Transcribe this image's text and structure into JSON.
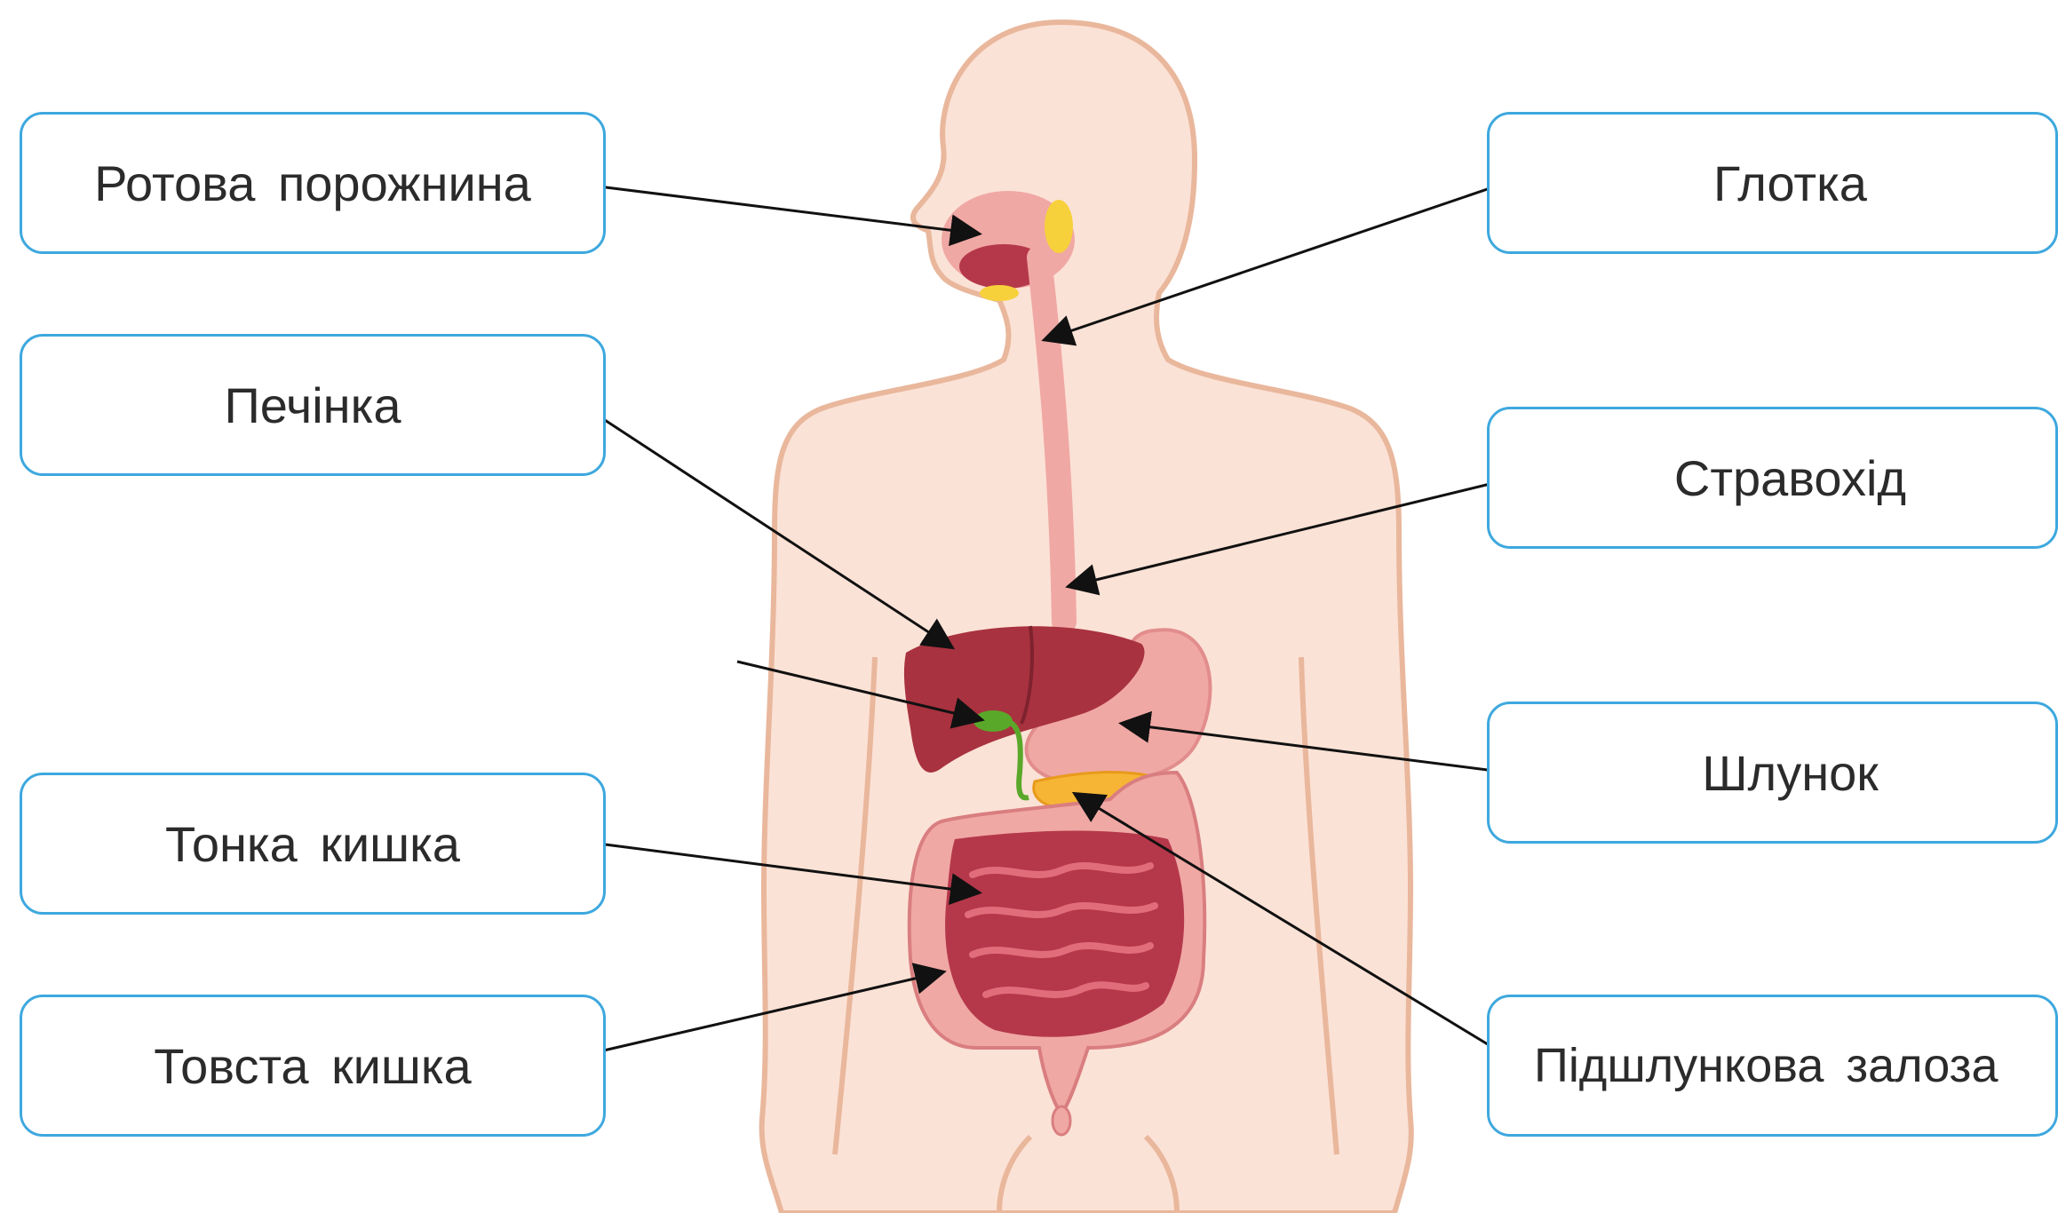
{
  "labels": {
    "mouth": "Ротова порожнина",
    "liver": "Печінка",
    "small_intestine": "Тонка кишка",
    "large_intestine": "Товста кишка",
    "pharynx": "Глотка",
    "esophagus": "Стравохід",
    "stomach": "Шлунок",
    "pancreas": "Підшлункова залоза"
  },
  "colors": {
    "box_border": "#3ea8de",
    "text": "#2b2b2b",
    "body_fill": "#fbe2d6",
    "body_outline": "#e9b79c",
    "organ_red": "#b5384a",
    "liver": "#a8323f",
    "stomach": "#f0a8a4",
    "gallbladder": "#5aa82a",
    "pancreas": "#f6b534",
    "line": "#111111"
  }
}
